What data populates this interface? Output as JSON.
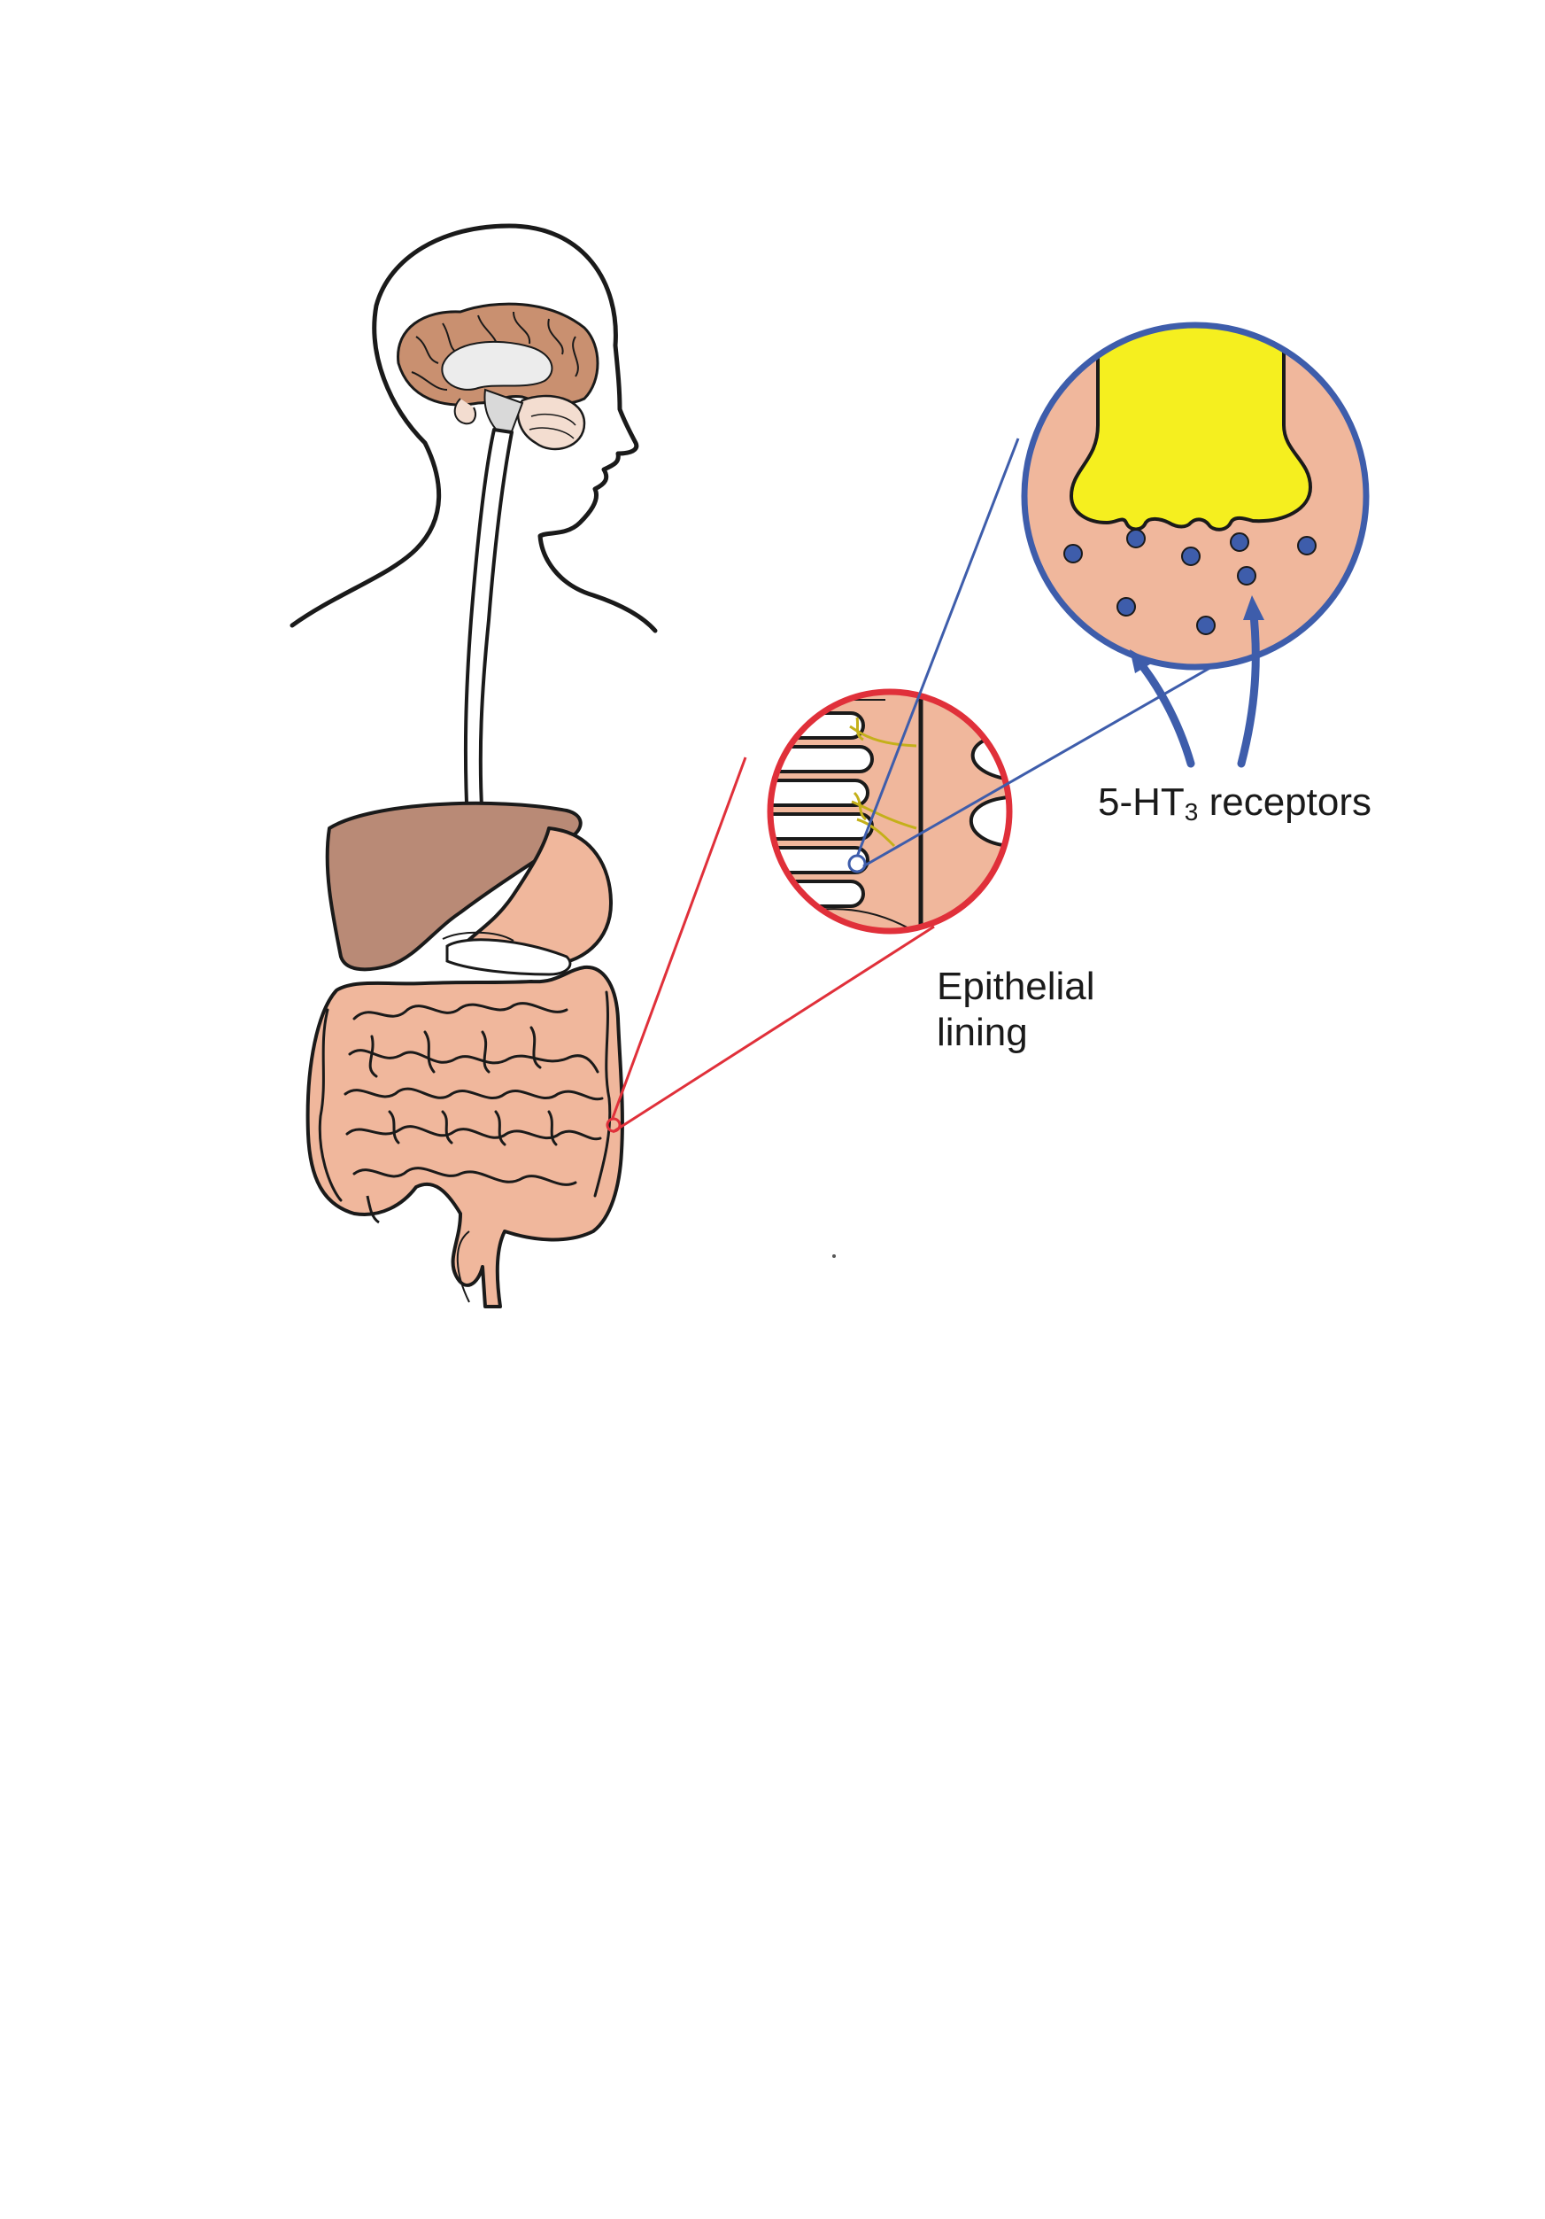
{
  "labels": {
    "epithelial_line1": "Epithelial",
    "epithelial_line2": "lining",
    "receptors_prefix": "5-HT",
    "receptors_subscript": "3",
    "receptors_suffix": " receptors"
  },
  "colors": {
    "outline": "#1a1a1a",
    "skin": "#f0b79c",
    "liver": "#b98a76",
    "brain": "#c99070",
    "brain_core": "#ececec",
    "neuron": "#f5ef1f",
    "receptor": "#3e5dab",
    "zoom_red": "#e0303a",
    "zoom_blue": "#3e5dab"
  }
}
